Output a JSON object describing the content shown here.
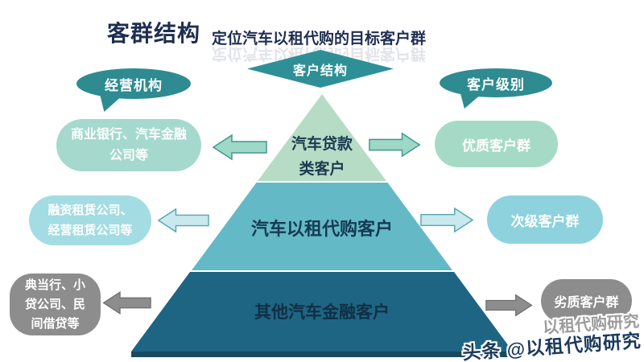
{
  "header": {
    "title": "客群结构",
    "subtitle": "定位汽车以租代购的目标客户群"
  },
  "diamond": {
    "label": "客户结构"
  },
  "left_column": {
    "bubble": "经营机构",
    "boxes": [
      {
        "lines": [
          "商业银行、汽车金融",
          "公司等"
        ]
      },
      {
        "lines": [
          "融资租赁公司、",
          "经营租赁公司等"
        ]
      },
      {
        "lines": [
          "典当行、小",
          "贷公司、民",
          "间借贷等"
        ]
      }
    ]
  },
  "right_column": {
    "bubble": "客户级别",
    "boxes": [
      {
        "label": "优质客户群"
      },
      {
        "label": "次级客户群"
      },
      {
        "label": "劣质客户群"
      }
    ]
  },
  "pyramid": {
    "tiers": [
      {
        "lines": [
          "汽车贷款",
          "类客户"
        ],
        "color": "#b7dcc6"
      },
      {
        "lines": [
          "汽车以租代购客户"
        ],
        "color": "#64b9c6"
      },
      {
        "lines": [
          "其他汽车金融客户"
        ],
        "color": "#1e6583"
      }
    ],
    "base_shadow_color": "#174a61"
  },
  "watermark": {
    "main": "头条 @以租代购研究",
    "ghost": "以租代购研究"
  },
  "colors": {
    "title_navy": "#1e2e52",
    "accent_teal": "#2e8b91",
    "diamond_teal": "#2e9096",
    "seafoam_box": "#a5d9cd",
    "cyan_box": "#a3dce3",
    "mint_box": "#a5dbc6",
    "cyan_box_right": "#8dd2dd",
    "gray_box": "#8d8d8d",
    "arrow_seafoam": "#9ed8c6",
    "arrow_cyan": "#c8e9ee",
    "arrow_gray": "#8d8d8d"
  }
}
